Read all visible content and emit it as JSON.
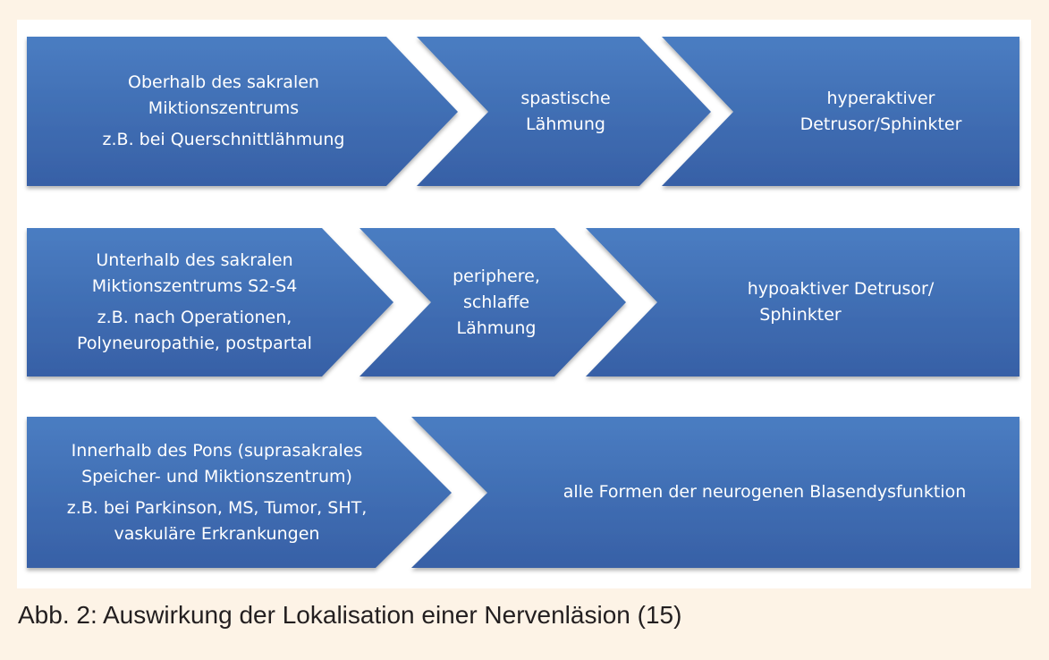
{
  "colors": {
    "background": "#fdf3e6",
    "chevron_top": "#4a7dc2",
    "chevron_bottom": "#3760a6"
  },
  "rows": [
    {
      "cells": [
        {
          "lines": [
            "Oberhalb des sakralen",
            "Miktionszentrums"
          ],
          "sub": [
            "z.B. bei Querschnittlähmung"
          ]
        },
        {
          "lines": [
            "spastische",
            "Lähmung"
          ]
        },
        {
          "lines": [
            "hyperaktiver",
            "Detrusor/Sphinkter"
          ]
        }
      ]
    },
    {
      "cells": [
        {
          "lines": [
            "Unterhalb des sakralen",
            "Miktionszentrums S2-S4"
          ],
          "sub": [
            "z.B. nach Operationen,",
            "Polyneuropathie, postpartal"
          ]
        },
        {
          "lines": [
            "periphere,",
            "schlaffe",
            "Lähmung"
          ]
        },
        {
          "lines": [
            "hypoaktiver Detrusor/",
            "Sphinkter"
          ]
        }
      ]
    },
    {
      "cells": [
        {
          "lines": [
            "Innerhalb des Pons (suprasakrales",
            "Speicher- und Miktionszentrum)"
          ],
          "sub": [
            "z.B. bei Parkinson, MS, Tumor, SHT,",
            "vaskuläre Erkrankungen"
          ]
        },
        {
          "lines": [
            "alle Formen der neurogenen Blasendysfunktion"
          ]
        }
      ]
    }
  ],
  "caption": "Abb. 2: Auswirkung der Lokalisation einer Nervenläsion (15)"
}
